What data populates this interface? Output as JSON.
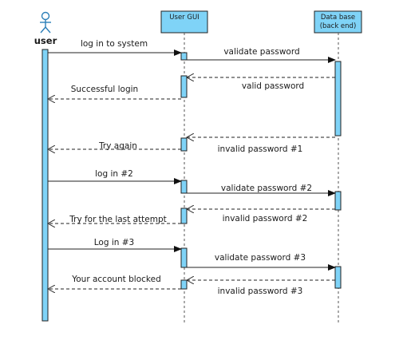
{
  "participants": {
    "user": {
      "label": "user"
    },
    "gui": {
      "label": "User GUI"
    },
    "db": {
      "label_line1": "Data base",
      "label_line2": "(back end)"
    }
  },
  "messages": [
    {
      "label": "log in to system",
      "kind": "sync"
    },
    {
      "label": "validate password",
      "kind": "sync"
    },
    {
      "label": "valid password",
      "kind": "return"
    },
    {
      "label": "Successful login",
      "kind": "return"
    },
    {
      "label": "invalid password #1",
      "kind": "return"
    },
    {
      "label": "Try again",
      "kind": "return"
    },
    {
      "label": "log in #2",
      "kind": "sync"
    },
    {
      "label": "validate password #2",
      "kind": "sync"
    },
    {
      "label": "invalid password #2",
      "kind": "return"
    },
    {
      "label": "Try for the last attempt",
      "kind": "return"
    },
    {
      "label": "Log in #3",
      "kind": "sync"
    },
    {
      "label": "validate password #3",
      "kind": "sync"
    },
    {
      "label": "invalid password #3",
      "kind": "return"
    },
    {
      "label": "Your account blocked",
      "kind": "return"
    }
  ],
  "colors": {
    "accent": "#7fd3f7",
    "actor": "#2c7fb8",
    "line": "#222222"
  }
}
